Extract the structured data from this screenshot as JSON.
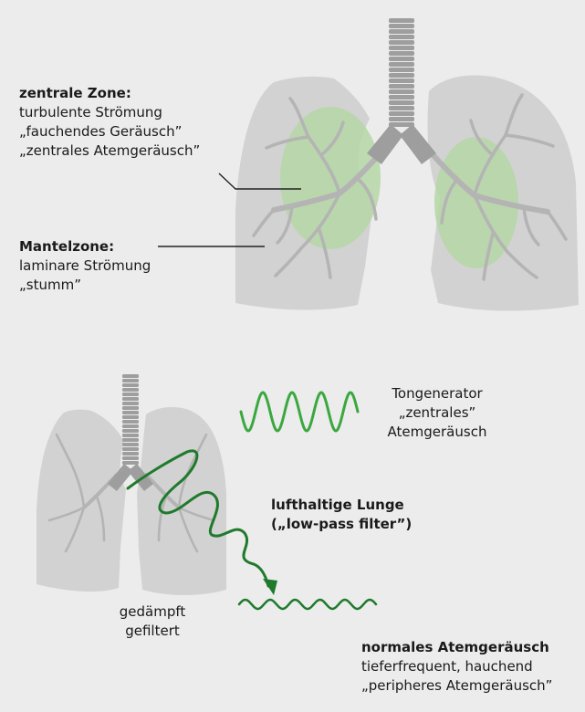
{
  "colors": {
    "background": "#ececec",
    "lung": "#d2d2d2",
    "bronchi": "#b4b4b4",
    "trachea": "#9e9e9e",
    "central_zone": "#b5d7a6",
    "wave_light": "#3ba83f",
    "wave_dark": "#1f7a2c",
    "leader_line": "#222222"
  },
  "top": {
    "central_zone": {
      "title": "zentrale Zone:",
      "line1": "turbulente Strömung",
      "line2": "„fauchendes Geräusch”",
      "line3": "„zentrales Atemgeräusch”"
    },
    "mantle_zone": {
      "title": "Mantelzone:",
      "line1": "laminare Strömung",
      "line2": "„stumm”"
    }
  },
  "bottom": {
    "generator": {
      "line1": "Tongenerator",
      "line2": "„zentrales”",
      "line3": "Atemgeräusch"
    },
    "filter": {
      "line1": "lufthaltige Lunge",
      "line2": "(„low-pass filter”)"
    },
    "damped": {
      "line1": "gedämpft",
      "line2": "gefiltert"
    },
    "normal": {
      "title": "normales Atemgeräusch",
      "line1": "tieferfrequent, hauchend",
      "line2": "„peripheres Atemgeräusch”"
    }
  }
}
